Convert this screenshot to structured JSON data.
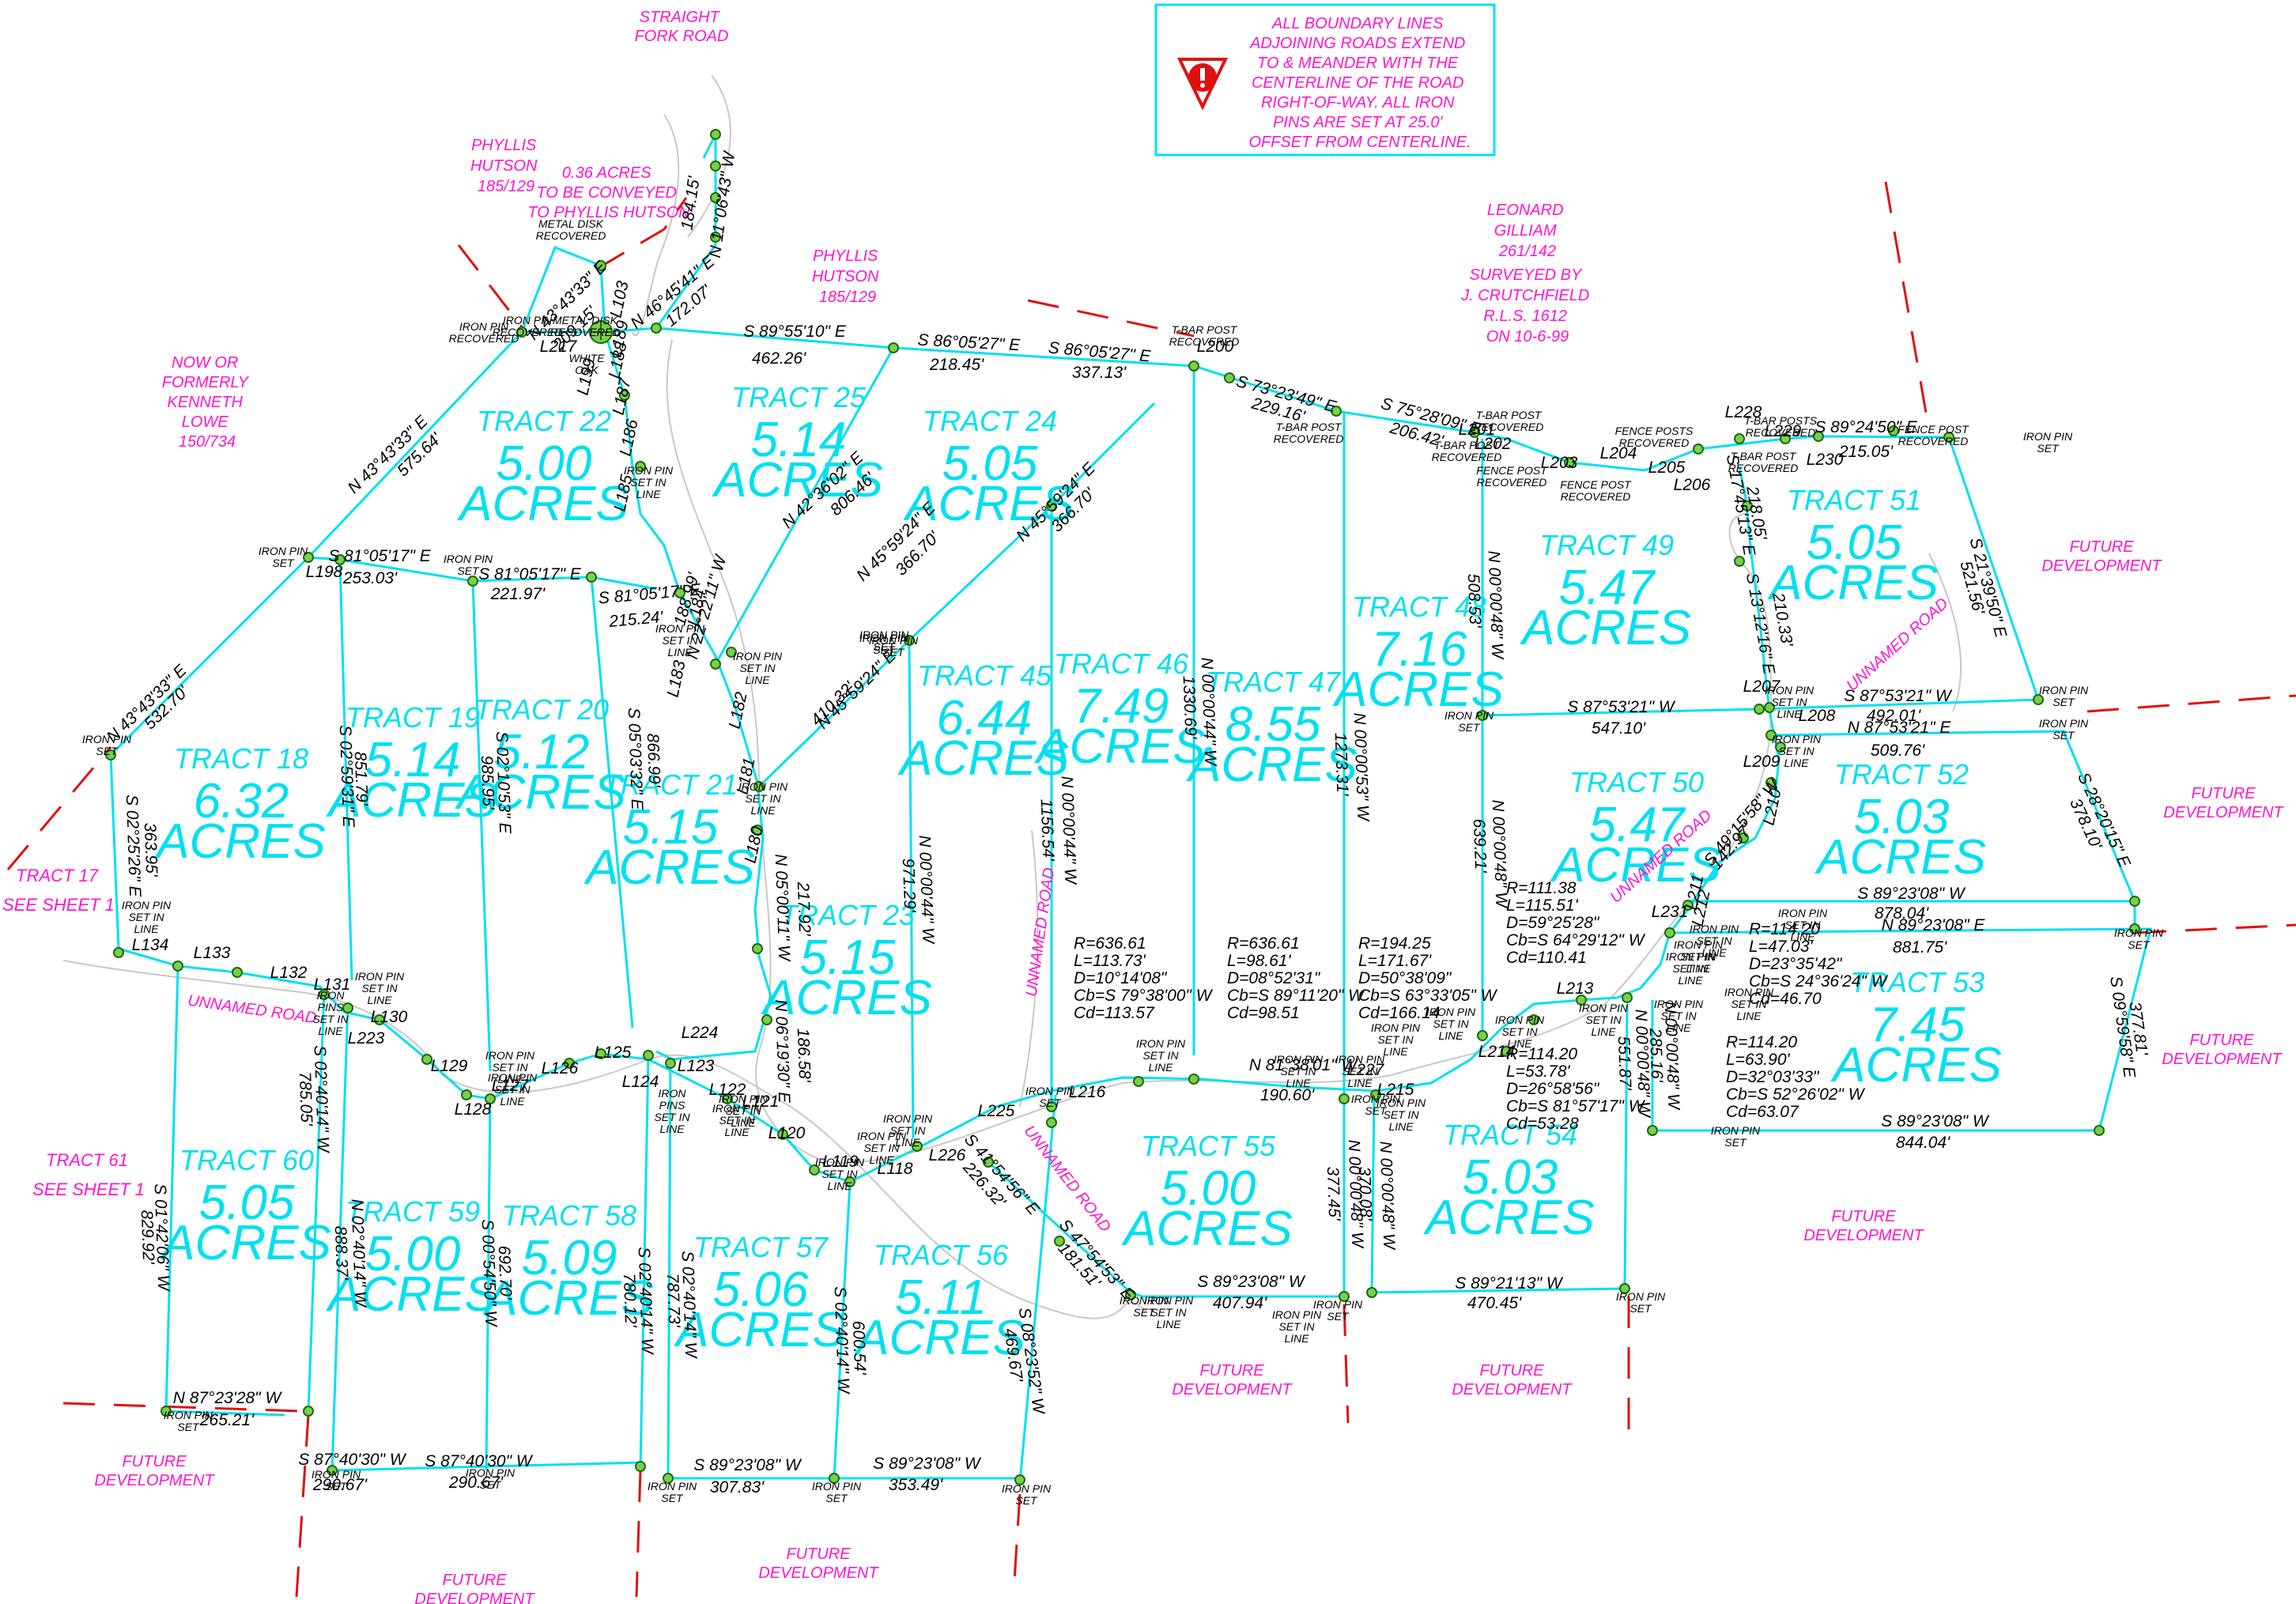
{
  "colors": {
    "boundary": "#00e0f0",
    "label": "#ff14d0",
    "adjoiner": "#e01010",
    "pin": "#7ad04a",
    "text": "#000000"
  },
  "note": {
    "lines": [
      "ALL BOUNDARY LINES",
      "ADJOINING ROADS EXTEND",
      "TO & MEANDER WITH THE",
      "CENTERLINE OF THE ROAD",
      "RIGHT-OF-WAY.  ALL IRON",
      "PINS ARE SET AT 25.0'",
      "OFFSET FROM CENTERLINE."
    ],
    "icon": "warning-icon"
  },
  "survey": {
    "lines": [
      "SURVEYED BY",
      "J. CRUTCHFIELD",
      "R.L.S. 1612",
      "ON 10-6-99"
    ]
  },
  "owners": [
    {
      "lines": [
        "STRAIGHT",
        "FORK ROAD"
      ]
    },
    {
      "lines": [
        "PHYLLIS",
        "HUTSON",
        "185/129"
      ]
    },
    {
      "lines": [
        "0.36 ACRES",
        "TO BE CONVEYED",
        "TO PHYLLIS HUTSON"
      ]
    },
    {
      "lines": [
        "PHYLLIS",
        "HUTSON",
        "185/129"
      ]
    },
    {
      "lines": [
        "LEONARD",
        "GILLIAM",
        "261/142"
      ]
    },
    {
      "lines": [
        "NOW OR",
        "FORMERLY",
        "KENNETH",
        "LOWE",
        "150/734"
      ]
    }
  ],
  "tracts": [
    {
      "name": "TRACT 17",
      "area": "",
      "sub": "SEE SHEET 1"
    },
    {
      "name": "TRACT 18",
      "area": "6.32"
    },
    {
      "name": "TRACT 19",
      "area": "5.14"
    },
    {
      "name": "TRACT 20",
      "area": "5.12"
    },
    {
      "name": "TRACT 21",
      "area": "5.15"
    },
    {
      "name": "TRACT 22",
      "area": "5.00"
    },
    {
      "name": "TRACT 23",
      "area": "5.15"
    },
    {
      "name": "TRACT 24",
      "area": "5.05"
    },
    {
      "name": "TRACT 25",
      "area": "5.14"
    },
    {
      "name": "TRACT 45",
      "area": "6.44"
    },
    {
      "name": "TRACT 46",
      "area": "7.49"
    },
    {
      "name": "TRACT 47",
      "area": "8.55"
    },
    {
      "name": "TRACT 48",
      "area": "7.16"
    },
    {
      "name": "TRACT 49",
      "area": "5.47"
    },
    {
      "name": "TRACT 50",
      "area": "5.47"
    },
    {
      "name": "TRACT 51",
      "area": "5.05"
    },
    {
      "name": "TRACT 52",
      "area": "5.03"
    },
    {
      "name": "TRACT 53",
      "area": "7.45"
    },
    {
      "name": "TRACT 54",
      "area": "5.03"
    },
    {
      "name": "TRACT 55",
      "area": "5.00"
    },
    {
      "name": "TRACT 56",
      "area": "5.11"
    },
    {
      "name": "TRACT 57",
      "area": "5.06"
    },
    {
      "name": "TRACT 58",
      "area": "5.09"
    },
    {
      "name": "TRACT 59",
      "area": "5.00"
    },
    {
      "name": "TRACT 60",
      "area": "5.05"
    },
    {
      "name": "TRACT 61",
      "area": "",
      "sub": "SEE SHEET 1"
    }
  ],
  "acres_word": "ACRES",
  "future_dev": [
    "FUTURE",
    "DEVELOPMENT"
  ],
  "unnamed_road": "UNNAMED ROAD",
  "bearings": [
    "N 11°06'43\" W",
    "184.15'",
    "N 43°43'33\" E",
    "209.15'",
    "N 46°45'41\" E",
    "172.07'",
    "L103",
    "S 89°55'10\" E",
    "462.26'",
    "S 86°05'27\" E",
    "218.45'",
    "S 86°05'27\" E",
    "337.13'",
    "S 73°23'49\" E",
    "229.16'",
    "S 75°28'09\" E",
    "206.42'",
    "S 89°24'50\" E",
    "215.05'",
    "N 43°43'33\" E",
    "575.64'",
    "N 43°43'33\" E",
    "532.70'",
    "S 81°05'17\" E",
    "253.03'",
    "S 81°05'17\" E",
    "221.97'",
    "S 81°05'17\" E",
    "215.24'",
    "N 42°36'02\" E",
    "806.46'",
    "N 45°59'24\" E",
    "366.70'",
    "N 45°59'24\" E",
    "366.70'",
    "N 45°59'24\" E",
    "410.32'",
    "N 22°22'11\" W",
    "188.99'",
    "S 02°25'26\" E",
    "363.95'",
    "S 02°59'31\" E",
    "851.79'",
    "S 02°10'53\" E",
    "985.95'",
    "S 05°03'32\" E",
    "866.99'",
    "N 05°00'11\" W",
    "217.92'",
    "N 06°19'30\" E",
    "186.58'",
    "N 00°00'44\" W",
    "971.29'",
    "N 00°00'44\" W",
    "1156.54'",
    "N 00°00'44\" W",
    "1330.69'",
    "N 00°00'53\" W",
    "1273.31'",
    "N 00°00'48\" W",
    "508.53'",
    "N 00°00'48\" W",
    "639.21'",
    "S 17°45'13\" E",
    "218.05'",
    "S 13°12'16\" E",
    "210.33'",
    "S 21°39'50\" E",
    "521.56'",
    "S 87°53'21\" W",
    "547.10'",
    "S 87°53'21\" W",
    "492.01'",
    "N 87°53'21\" E",
    "509.76'",
    "S 28°20'15\" E",
    "378.10'",
    "S 49°15'58\" W",
    "142.97'",
    "S 89°23'08\" W",
    "878.04'",
    "N 89°23'08\" E",
    "881.75'",
    "S 09°59'58\" E",
    "377.81'",
    "S 89°23'08\" W",
    "844.04'",
    "N 00°00'48\" W",
    "551.87'",
    "N 00°00'48\" W",
    "285.16'",
    "S 89°21'13\" W",
    "470.45'",
    "N 00°00'48\" W",
    "370.08'",
    "N 00°00'48\" W",
    "377.45'",
    "S 89°23'08\" W",
    "407.94'",
    "N 81°38'01\" W",
    "190.60'",
    "S 47°54'53\" E",
    "181.51'",
    "S 41°54'56\" E",
    "226.32'",
    "S 08°23'52\" W",
    "469.67'",
    "S 02°40'14\" W",
    "600.54'",
    "S 89°23'08\" W",
    "353.49'",
    "S 89°23'08\" W",
    "307.83'",
    "S 02°40'14\" W",
    "787.73'",
    "S 02°40'14\" W",
    "780.12'",
    "S 87°40'30\" W",
    "290.67'",
    "S 87°40'30\" W",
    "290.67'",
    "S 00°54'50\" W",
    "692.70'",
    "N 02°40'14\" W",
    "888.37'",
    "S 02°40'14\" W",
    "785.05'",
    "S 01°42'06\" W",
    "829.92'",
    "N 87°23'28\" W",
    "265.21'"
  ],
  "curves": [
    {
      "lines": [
        "R=636.61",
        "L=113.73'",
        "D=10°14'08\"",
        "Cb=S 79°38'00\" W",
        "Cd=113.57"
      ]
    },
    {
      "lines": [
        "R=636.61",
        "L=98.61'",
        "D=08°52'31\"",
        "Cb=S 89°11'20\" W",
        "Cd=98.51"
      ]
    },
    {
      "lines": [
        "R=194.25",
        "L=171.67'",
        "D=50°38'09\"",
        "Cb=S 63°33'05\" W",
        "Cd=166.14"
      ]
    },
    {
      "lines": [
        "R=111.38",
        "L=115.51'",
        "D=59°25'28\"",
        "Cb=S 64°29'12\" W",
        "Cd=110.41"
      ]
    },
    {
      "lines": [
        "R=114.20",
        "L=47.03'",
        "D=23°35'42\"",
        "Cb=S 24°36'24\" W",
        "Cd=46.70"
      ]
    },
    {
      "lines": [
        "R=114.20",
        "L=53.78'",
        "D=26°58'56\"",
        "Cb=S 81°57'17\" W",
        "Cd=53.28"
      ]
    },
    {
      "lines": [
        "R=114.20",
        "L=63.90'",
        "D=32°03'33\"",
        "Cb=S 52°26'02\" W",
        "Cd=63.07"
      ]
    }
  ],
  "line_labels": [
    "L217",
    "L199",
    "L189",
    "L188",
    "L187",
    "L186",
    "L185",
    "L184",
    "L183",
    "L182",
    "L181",
    "L180",
    "L198",
    "L134",
    "L133",
    "L132",
    "L131",
    "L130",
    "L129",
    "L128",
    "L127",
    "L126",
    "L125",
    "L124",
    "L123",
    "L122",
    "L121",
    "L120",
    "L119",
    "L118",
    "L226",
    "L225",
    "L224",
    "L223",
    "L216",
    "L215",
    "L214",
    "L213",
    "L227",
    "L200",
    "L201",
    "L202",
    "L203",
    "L204",
    "L205",
    "L206",
    "L228",
    "L229",
    "L230",
    "L207",
    "L208",
    "L209",
    "L210",
    "L211",
    "L212",
    "L231"
  ],
  "marker_labels": {
    "pin_set": "IRON PIN SET",
    "pin_recovered": "IRON PIN RECOVERED",
    "pin_in_line": [
      "IRON PIN",
      "SET IN",
      "LINE"
    ],
    "pins_in_line": [
      "IRON",
      "PINS",
      "SET IN",
      "LINE"
    ],
    "metal_disk": [
      "METAL DISK",
      "RECOVERED"
    ],
    "white_oak": [
      "WHITE",
      "OAK"
    ],
    "tbar": [
      "T-BAR POST",
      "RECOVERED"
    ],
    "tbars": [
      "T-BAR POSTS",
      "RECOVERED"
    ],
    "fence": [
      "FENCE POST",
      "RECOVERED"
    ],
    "fences": [
      "FENCE POSTS",
      "RECOVERED"
    ]
  }
}
